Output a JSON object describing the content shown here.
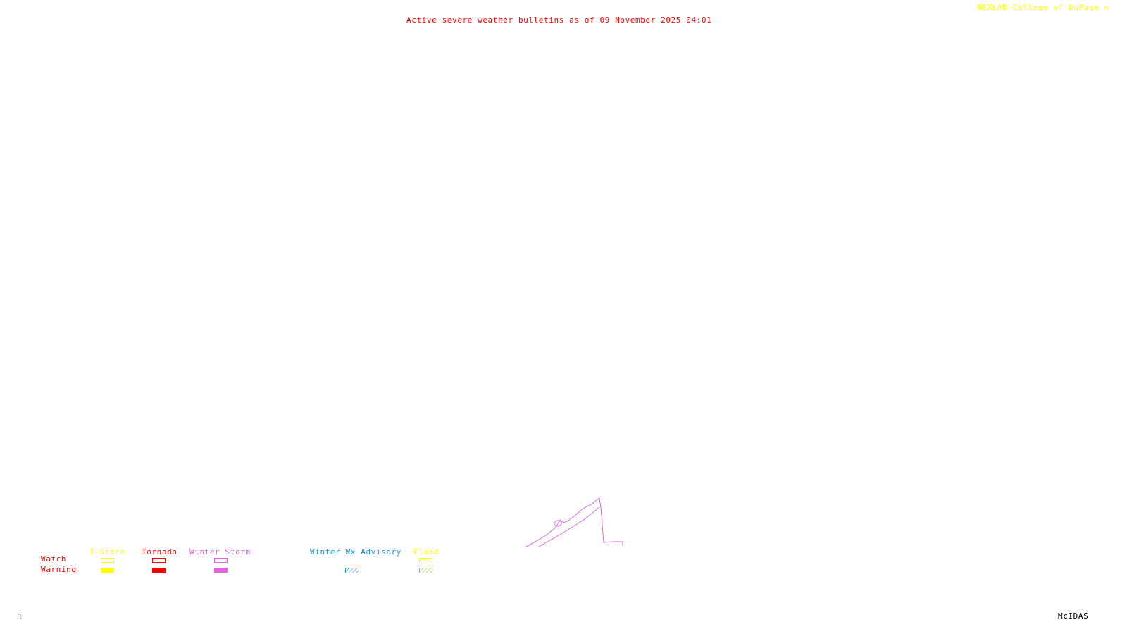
{
  "header": {
    "title": "Active severe weather bulletins as of 09 November 2025 04:01",
    "credit": "NEXLAB-College of DuPage",
    "credit_icon": "arrow-icon"
  },
  "footer": {
    "frame_number": "1",
    "software": "McIDAS"
  },
  "legend": {
    "row_labels": {
      "watch": "Watch",
      "warning": "Warning"
    },
    "categories": [
      {
        "id": "tstorm",
        "label": "T-Storm",
        "color": "#ffff00",
        "watch_style": "outline",
        "warning_style": "filled"
      },
      {
        "id": "tornado",
        "label": "Tornado",
        "color": "#ff0000",
        "watch_style": "outline",
        "warning_style": "filled"
      },
      {
        "id": "winter-storm",
        "label": "Winter Storm",
        "color": "#dd66dd",
        "watch_style": "outline",
        "warning_style": "filled"
      },
      {
        "id": "winter-wx-advisory",
        "label": "Winter Wx Advisory",
        "color": "#1e90e6",
        "watch_style": "none",
        "warning_style": "hatched"
      },
      {
        "id": "flood",
        "label": "Flood",
        "color": "#ffff00",
        "warning_color": "#80d020",
        "watch_style": "hatched",
        "warning_style": "hatched"
      }
    ]
  },
  "colors": {
    "title": "#ff0000",
    "credit": "#ffff00",
    "row_label": "#ff0000",
    "winter_storm_outline": "#dd66dd"
  }
}
